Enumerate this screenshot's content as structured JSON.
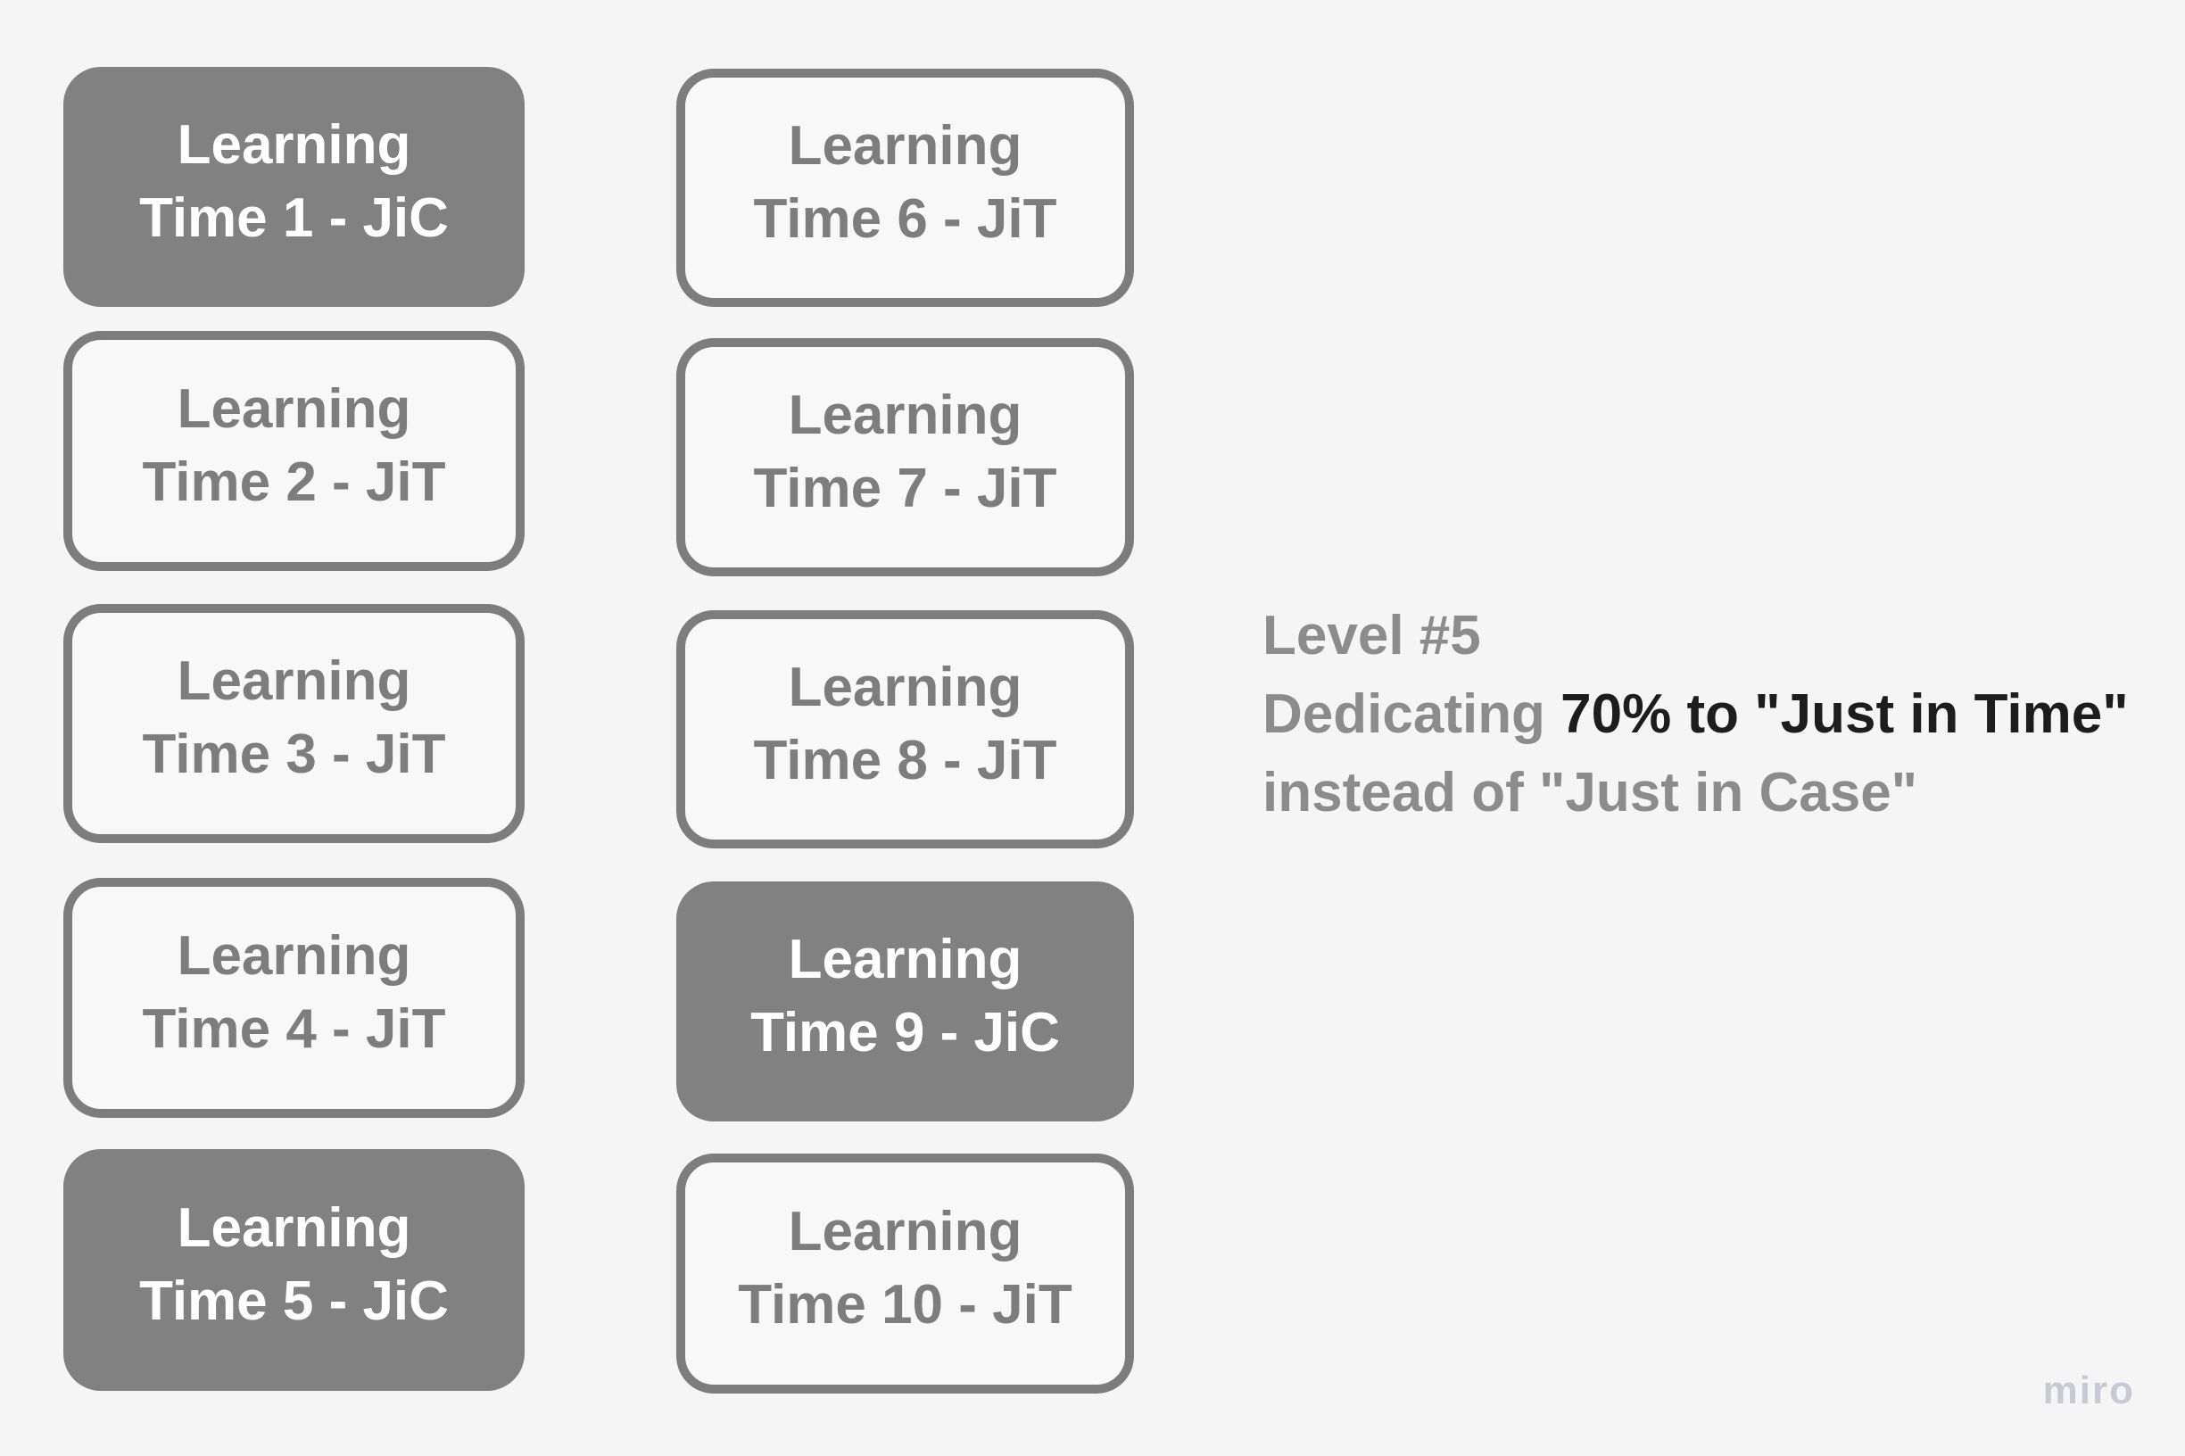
{
  "canvas": {
    "background_color": "#f5f5f6",
    "card_fill_color": "#818181",
    "card_border_color": "#7d7d7d",
    "card_outline_text_color": "#7d7d7d",
    "card_filled_text_color": "#ffffff"
  },
  "cards": [
    {
      "line1": "Learning",
      "line2": "Time 1 - JiC",
      "style": "filled"
    },
    {
      "line1": "Learning",
      "line2": "Time 2 - JiT",
      "style": "outline"
    },
    {
      "line1": "Learning",
      "line2": "Time 3 - JiT",
      "style": "outline"
    },
    {
      "line1": "Learning",
      "line2": "Time 4 - JiT",
      "style": "outline"
    },
    {
      "line1": "Learning",
      "line2": "Time 5 - JiC",
      "style": "filled"
    },
    {
      "line1": "Learning",
      "line2": "Time 6 - JiT",
      "style": "outline"
    },
    {
      "line1": "Learning",
      "line2": "Time 7 - JiT",
      "style": "outline"
    },
    {
      "line1": "Learning",
      "line2": "Time 8 - JiT",
      "style": "outline"
    },
    {
      "line1": "Learning",
      "line2": "Time 9 - JiC",
      "style": "filled"
    },
    {
      "line1": "Learning",
      "line2": "Time 10 - JiT",
      "style": "outline"
    }
  ],
  "caption": {
    "line1": "Level #5",
    "line2_prefix": "Dedicating ",
    "line2_emphasis": "70% to \"Just in Time\"",
    "line3": "instead of \"Just in Case\"",
    "gray_color": "#8c8c8c",
    "emphasis_color": "#1d1d1d"
  },
  "watermark": {
    "label": "miro",
    "color": "#c9c9d3"
  }
}
